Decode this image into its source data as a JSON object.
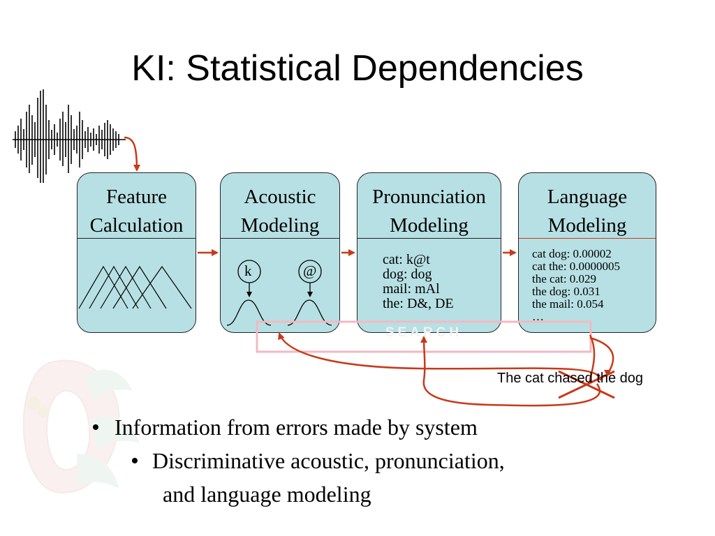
{
  "slide": {
    "title": "KI: Statistical Dependencies"
  },
  "boxes": {
    "feature": {
      "line1": "Feature",
      "line2": "Calculation"
    },
    "acoustic": {
      "line1": "Acoustic",
      "line2": "Modeling",
      "phone_left": "k",
      "phone_right": "@"
    },
    "pronunciation": {
      "line1": "Pronunciation",
      "line2": "Modeling",
      "entries": [
        "cat: k@t",
        "dog: dog",
        "mail: mAl",
        "the: D&, DE",
        "…"
      ]
    },
    "language": {
      "line1": "Language",
      "line2": "Modeling",
      "entries": [
        "cat dog: 0.00002",
        "cat the: 0.0000005",
        "the cat: 0.029",
        "the dog: 0.031",
        "the mail: 0.054",
        "…"
      ]
    }
  },
  "search": {
    "label": "SEARCH"
  },
  "sentence": {
    "text": "The cat chased the dog"
  },
  "bullets": {
    "b1": "Information from errors made by system",
    "b2_line1": "Discriminative acoustic, pronunciation,",
    "b2_line2": "and language modeling"
  },
  "colors": {
    "box_fill": "#b7e0e4",
    "arrow": "#c8391a",
    "search_outline": "#f4b8c0",
    "logo_faded": "#f3e6e6"
  }
}
